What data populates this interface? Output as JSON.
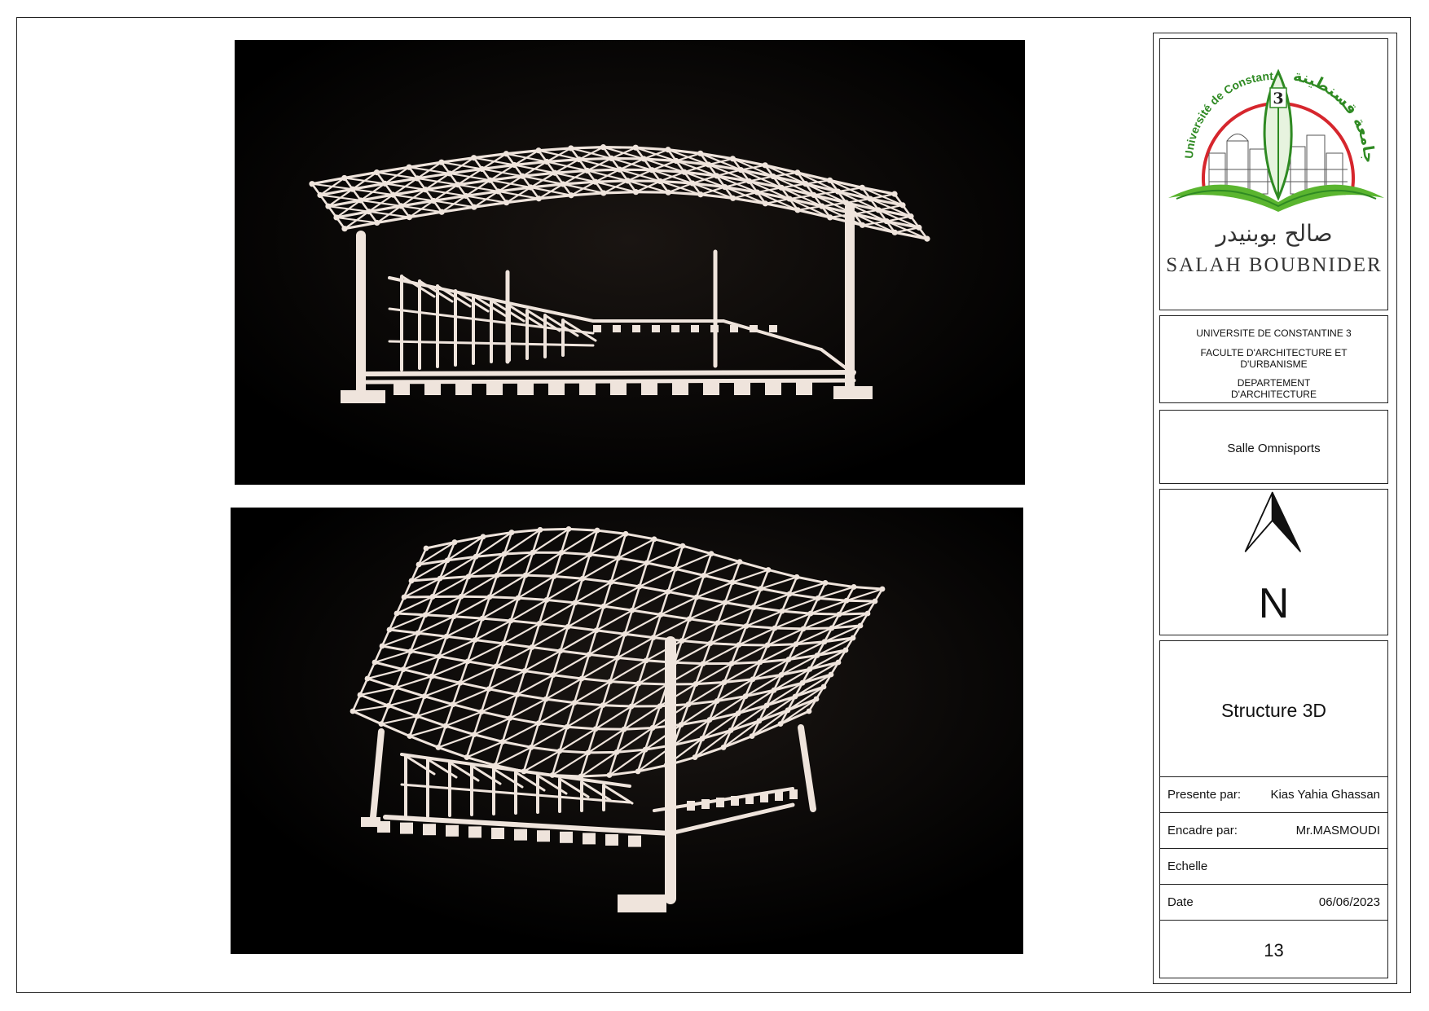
{
  "logo": {
    "arc_text_latin": "Université de Constantine",
    "arc_text_arabic": "جامعة قسنطينة",
    "badge_number": "3",
    "name_arabic": "صالح بوبنيدر",
    "name_latin": "SALAH BOUBNIDER",
    "colors": {
      "red": "#d6262d",
      "green": "#5ab52f",
      "dark_green": "#2f8a23"
    }
  },
  "institution": {
    "university": "UNIVERSITE DE CONSTANTINE 3",
    "faculty": "FACULTE D'ARCHITECTURE ET D'URBANISME",
    "department": "DEPARTEMENT D'ARCHITECTURE"
  },
  "project": {
    "name": "Salle Omnisports"
  },
  "north_arrow": {
    "letter": "N",
    "icon": "north-arrow-icon"
  },
  "drawing": {
    "title": "Structure 3D"
  },
  "info": {
    "presented_label": "Presente par:",
    "presented_value": "Kias Yahia Ghassan",
    "supervised_label": "Encadre par:",
    "supervised_value": "Mr.MASMOUDI",
    "scale_label": "Echelle",
    "scale_value": "",
    "date_label": "Date",
    "date_value": "06/06/2023"
  },
  "sheet": {
    "number": "13"
  },
  "renders": {
    "background": "#000000",
    "structure_color": "#efe4dc"
  }
}
